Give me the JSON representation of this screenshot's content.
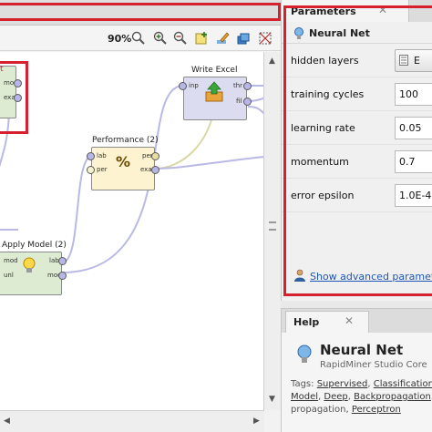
{
  "toolbar": {
    "zoom": "90%"
  },
  "operators": {
    "partial_a": {
      "title": "t",
      "ports": [
        "mod",
        "exa"
      ]
    },
    "write_excel": {
      "title": "Write Excel",
      "in_ports": [
        "inp"
      ],
      "out_ports": [
        "thr",
        "fil"
      ]
    },
    "performance": {
      "title": "Performance (2)",
      "in_ports": [
        "lab",
        "per"
      ],
      "out_ports": [
        "per",
        "exa"
      ]
    },
    "apply_model": {
      "title": "Apply Model (2)",
      "in_ports": [
        "mod",
        "unl"
      ],
      "out_ports": [
        "lab",
        "mod"
      ]
    }
  },
  "parameters": {
    "tab_label": "Parameters",
    "close": "✕",
    "operator_name": "Neural Net",
    "rows": [
      {
        "label": "hidden layers",
        "value": "E"
      },
      {
        "label": "training cycles",
        "value": "100"
      },
      {
        "label": "learning rate",
        "value": "0.05"
      },
      {
        "label": "momentum",
        "value": "0.7"
      },
      {
        "label": "error epsilon",
        "value": "1.0E-4"
      }
    ],
    "advanced_link": "Show advanced parameters"
  },
  "help": {
    "tab_label": "Help",
    "close": "✕",
    "title": "Neural Net",
    "subtitle": "RapidMiner Studio Core",
    "tags_prefix": "Tags: ",
    "tags": [
      "Supervised",
      "Classification",
      "Model",
      "Deep",
      "Backpropagation",
      "Perceptron"
    ],
    "tags_separator": ", ",
    "tags_line3_prefix": "propagation, "
  },
  "colors": {
    "highlight": "#d5202f",
    "link": "#1f56b5",
    "op_gray": "#dcdcf0",
    "op_yellow": "#fdf3d0",
    "op_green": "#dcebd2"
  }
}
